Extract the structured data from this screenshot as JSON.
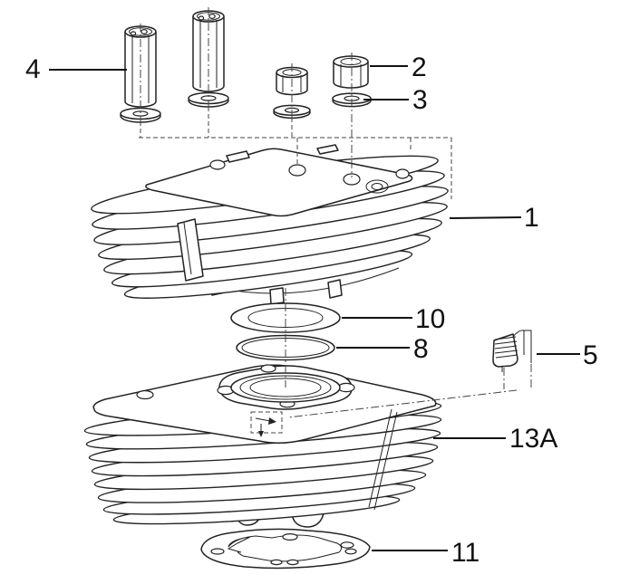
{
  "figure": {
    "kind": "exploded-parts-diagram",
    "background_color": "#ffffff",
    "line_color": "#222222",
    "label_color": "#111111",
    "labels": [
      {
        "text": "4",
        "part": "sleeve-nut-studs-with-washers"
      },
      {
        "text": "2",
        "part": "hex-nut"
      },
      {
        "text": "3",
        "part": "flat-washer"
      },
      {
        "text": "1",
        "part": "cylinder-head"
      },
      {
        "text": "10",
        "part": "head-gasket-ring"
      },
      {
        "text": "8",
        "part": "o-ring"
      },
      {
        "text": "5",
        "part": "spring-clip"
      },
      {
        "text": "13A",
        "part": "cylinder-barrel"
      },
      {
        "text": "11",
        "part": "cylinder-base-gasket"
      }
    ]
  }
}
